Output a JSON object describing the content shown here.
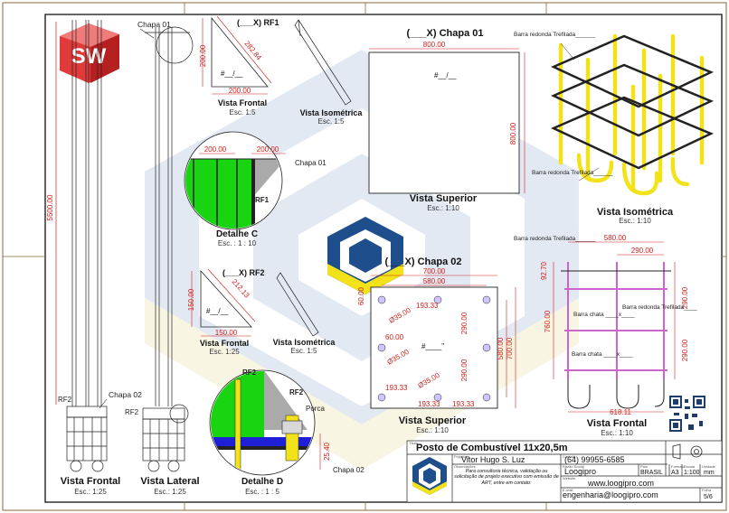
{
  "logo": {
    "letters": "SW"
  },
  "title": "Posto de Combustível 11x20,5m",
  "author": "Vitor Hugo S. Luz",
  "phone": "(64) 99955-6585",
  "company": "Loogipro",
  "website": "www.loogipro.com",
  "email": "engenharia@loogipro.com",
  "country": "BRASIL",
  "paper": "A3",
  "scale": "1:100",
  "unit": "mm",
  "page": "5/6",
  "observation": "Para consultoria técnica, validação ou solicitação de projeto executivo com emissão de ART, entre em contato:",
  "tb_labels": {
    "author": "Projetista",
    "contact": "Contato",
    "notes": "Observações",
    "company": "Razão Social",
    "site": "Website",
    "email": "E-mail",
    "country": "País",
    "format": "Formato",
    "scale": "Escala",
    "unit": "Unidade",
    "sheet": "Folha",
    "title": "Título"
  },
  "labels": {
    "chapa01_top": "Chapa 01",
    "chapa02_left": "Chapa 02",
    "rf2_a": "RF2",
    "rf2_b": "RF2",
    "rf2_c": "RF2",
    "rf2_d": "RF2",
    "porca": "Porca",
    "chapa02_detail": "Chapa 02",
    "chapa01_detail": "Chapa 01",
    "rf1": "RF1",
    "height_5500": "5500.00",
    "dim_25": "25.40",
    "vista_frontal": "Vista Frontal",
    "esc_125_a": "Esc.: 1:25",
    "vista_lateral": "Vista Lateral",
    "esc_125_b": "Esc.: 1:25",
    "detalhe_c": "Detalhe C",
    "esc_110": "Esc. : 1 : 10",
    "detalhe_d": "Detalhe D",
    "esc_15": "Esc. : 1 : 5"
  },
  "rf1": {
    "title": "(___X) RF1",
    "dim_hyp": "282.84",
    "dim_v": "200.00",
    "dim_h": "200.00",
    "hash": "#__/__",
    "vf": "Vista Frontal",
    "vf_esc": "Esc. 1:5",
    "vi": "Vista Isométrica",
    "vi_esc": "Esc. 1:5",
    "detC_200a": "200.00",
    "detC_200b": "200.00"
  },
  "rf2": {
    "title": "(___X) RF2",
    "dim_hyp": "212.13",
    "dim_v": "150.00",
    "dim_h": "150.00",
    "hash": "#__/__",
    "vf": "Vista Frontal",
    "vf_esc": "Esc. 1:25",
    "vi": "Vista Isométrica",
    "vi_esc": "Esc. 1:5"
  },
  "chapa01": {
    "title": "(___X) Chapa 01",
    "dim_w": "800.00",
    "dim_h": "800.00",
    "hash": "#__/__",
    "vs": "Vista Superior",
    "esc": "Esc.: 1:10"
  },
  "chapa02": {
    "title": "(___X) Chapa 02",
    "d700": "700.00",
    "d580": "580.00",
    "d60a": "60.00",
    "d60b": "60.00",
    "d19333a": "193.33",
    "d19333b": "193.33",
    "d19333c": "193.33",
    "d19333d": "193.33",
    "dia35a": "Ø35.00",
    "dia35b": "Ø35.00",
    "dia35c": "Ø35.00",
    "d290a": "290.00",
    "d290b": "290.00",
    "d580v": "580.00",
    "d700v": "700.00",
    "hash": "#____\"",
    "vs": "Vista Superior",
    "esc": "Esc.: 1:10"
  },
  "cage": {
    "iso_note_top": "Barra redonda Trefilada______",
    "iso_note_bot": "Barra redonda Trefilada______",
    "iso": "Vista Isométrica",
    "iso_esc": "Esc.: 1:10",
    "f_580": "580.00",
    "f_290": "290.00",
    "f_9270": "92.70",
    "f_760": "760.00",
    "f_290v1": "290.00",
    "f_290v2": "290.00",
    "f_61811": "618.11",
    "note_barra_top": "Barra redonda Trefilada______",
    "note_chata1": "Barra chata ____x____",
    "note_redonda": "Barra redonda Trefilada____",
    "note_chata2": "Barra chata ____x____",
    "front": "Vista Frontal",
    "front_esc": "Esc.: 1:10"
  },
  "colors": {
    "dim": "#d0201c",
    "yellow": "#f2e21a",
    "green": "#19d411",
    "blue": "#1f1fd8",
    "watermark_blue": "#b9c9e0",
    "watermark_yellow": "#f3eec8",
    "titleblock_blue": "#1f4e8c"
  }
}
